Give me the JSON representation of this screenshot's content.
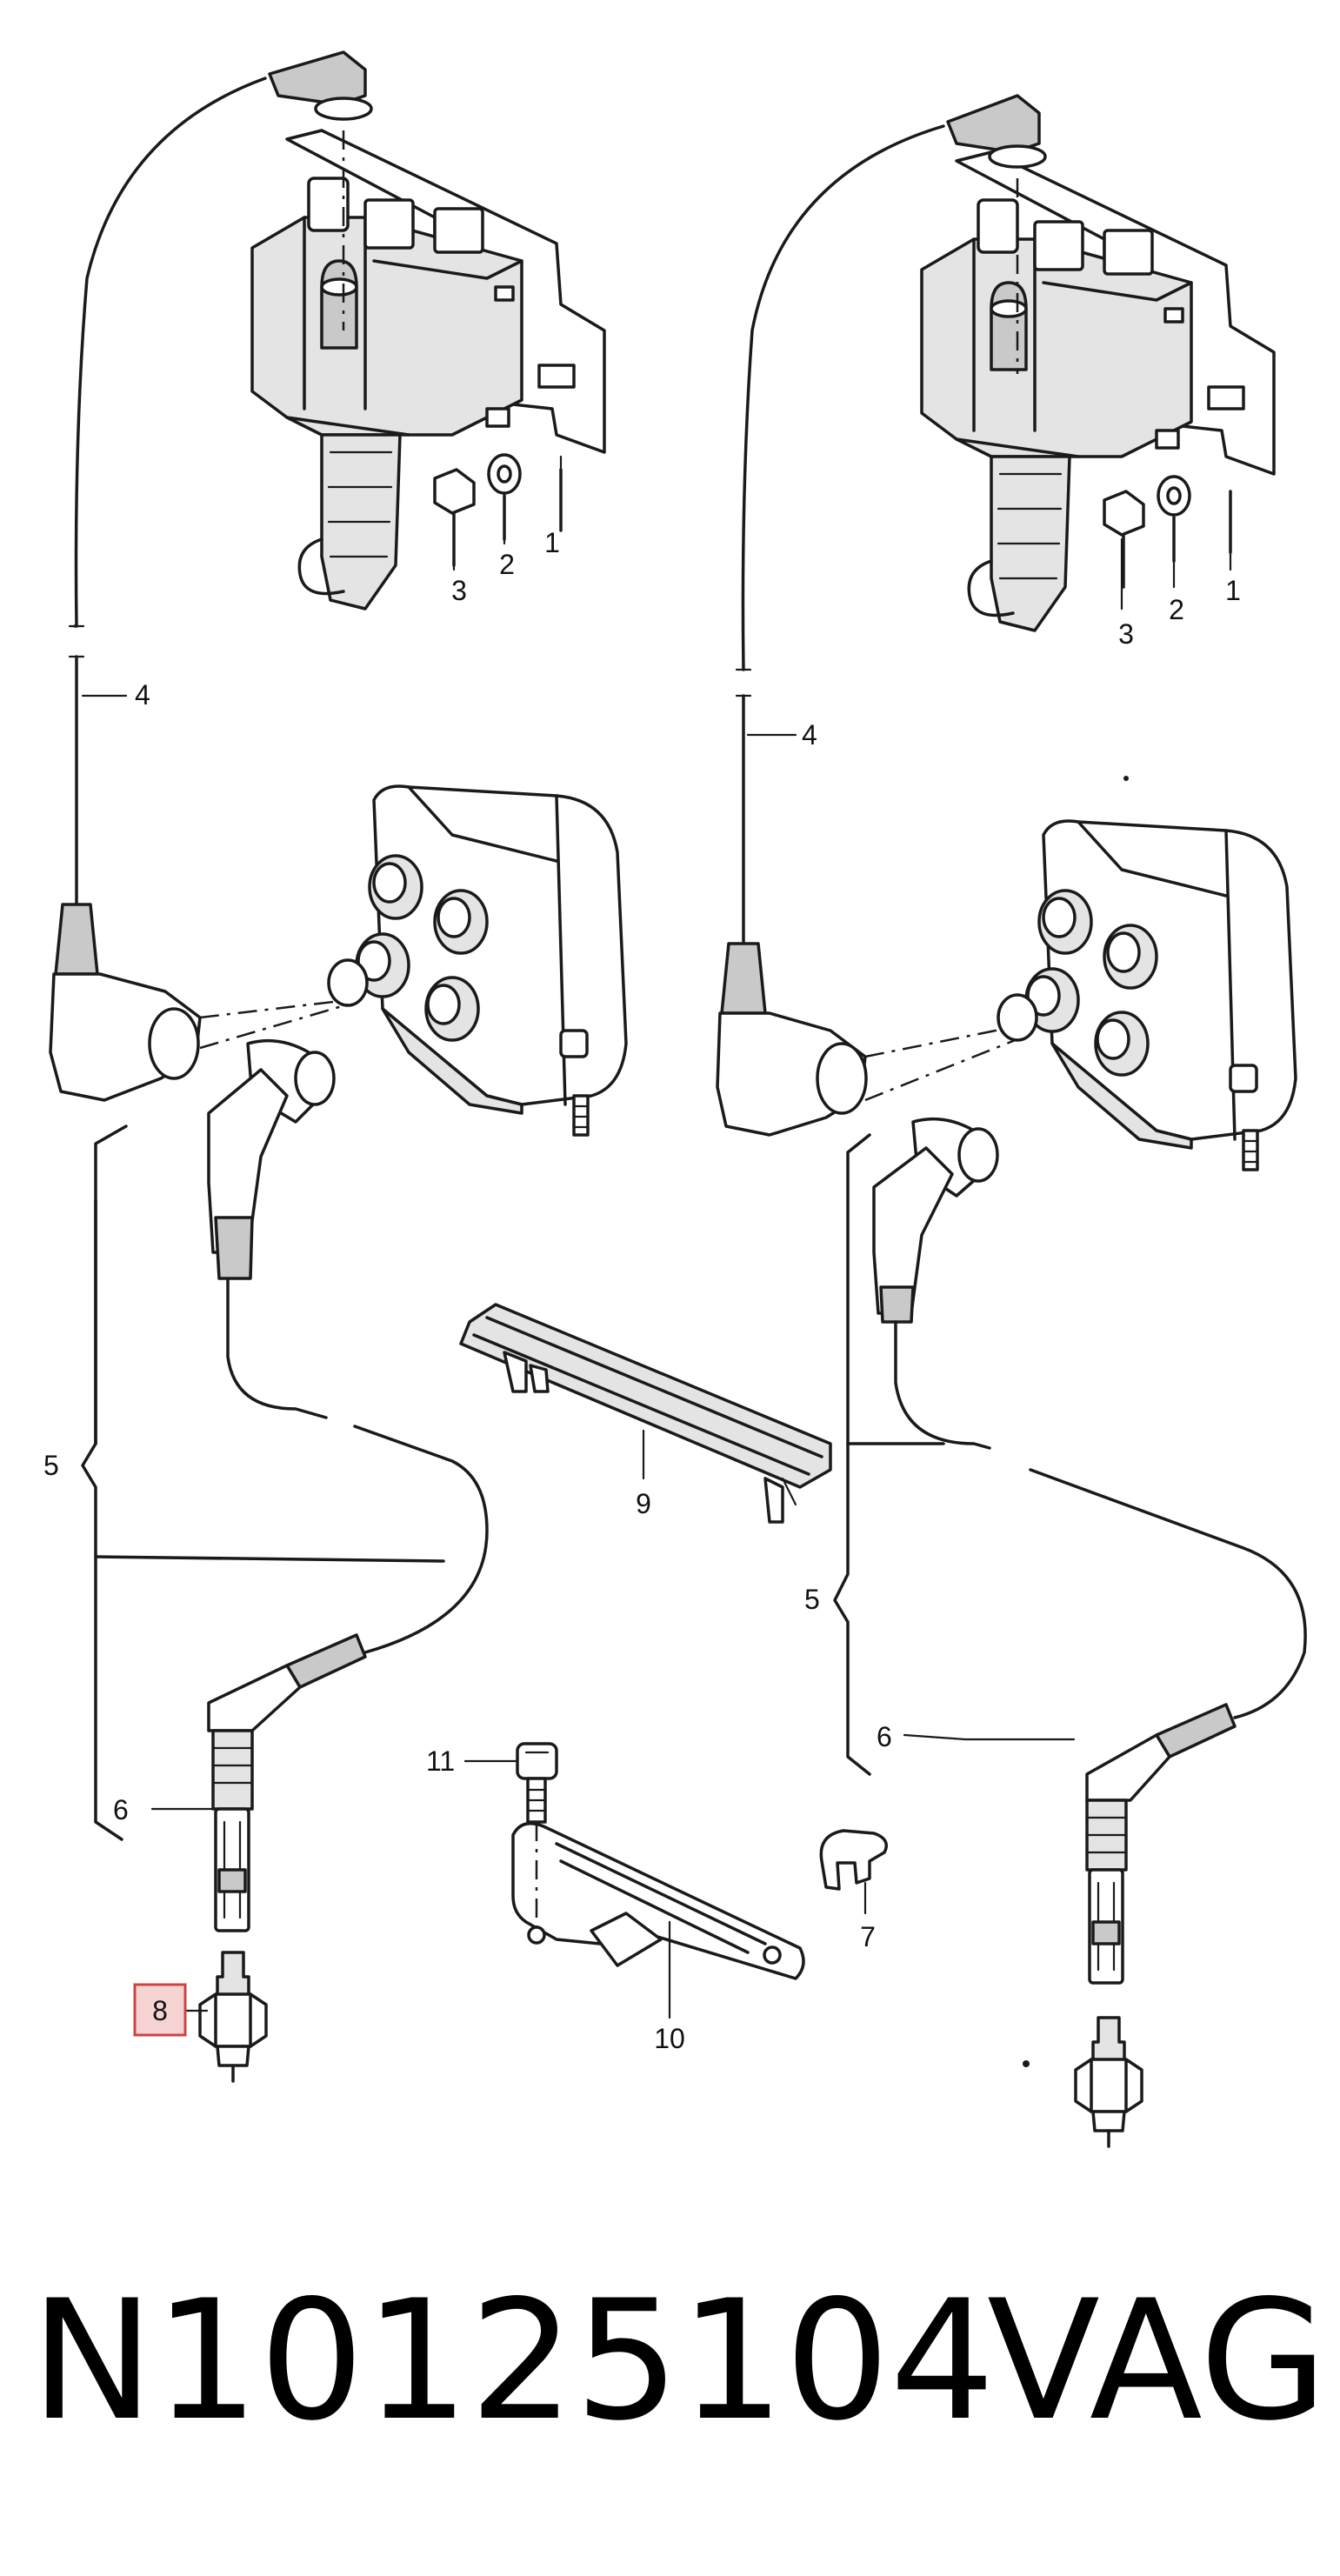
{
  "labels": {
    "l1": "1",
    "l2": "2",
    "l3": "3",
    "l4": "4",
    "l5": "5",
    "l6": "6",
    "l7": "7",
    "l8": "8",
    "l9": "9",
    "l10": "10",
    "l11": "11"
  },
  "highlight": {
    "part": "8",
    "color": "#f6d3d3",
    "border": "#cc4444"
  },
  "footer": {
    "part_number": "N10125104",
    "brand": "VAG"
  }
}
